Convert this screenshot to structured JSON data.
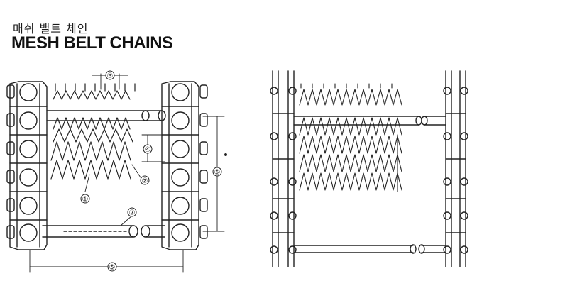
{
  "header": {
    "title_ko": "매쉬 밸트 체인",
    "title_en": "MESH BELT CHAINS"
  },
  "diagram_left": {
    "callouts": [
      "①",
      "②",
      "③",
      "④",
      "⑤",
      "⑥",
      "⑦"
    ]
  }
}
